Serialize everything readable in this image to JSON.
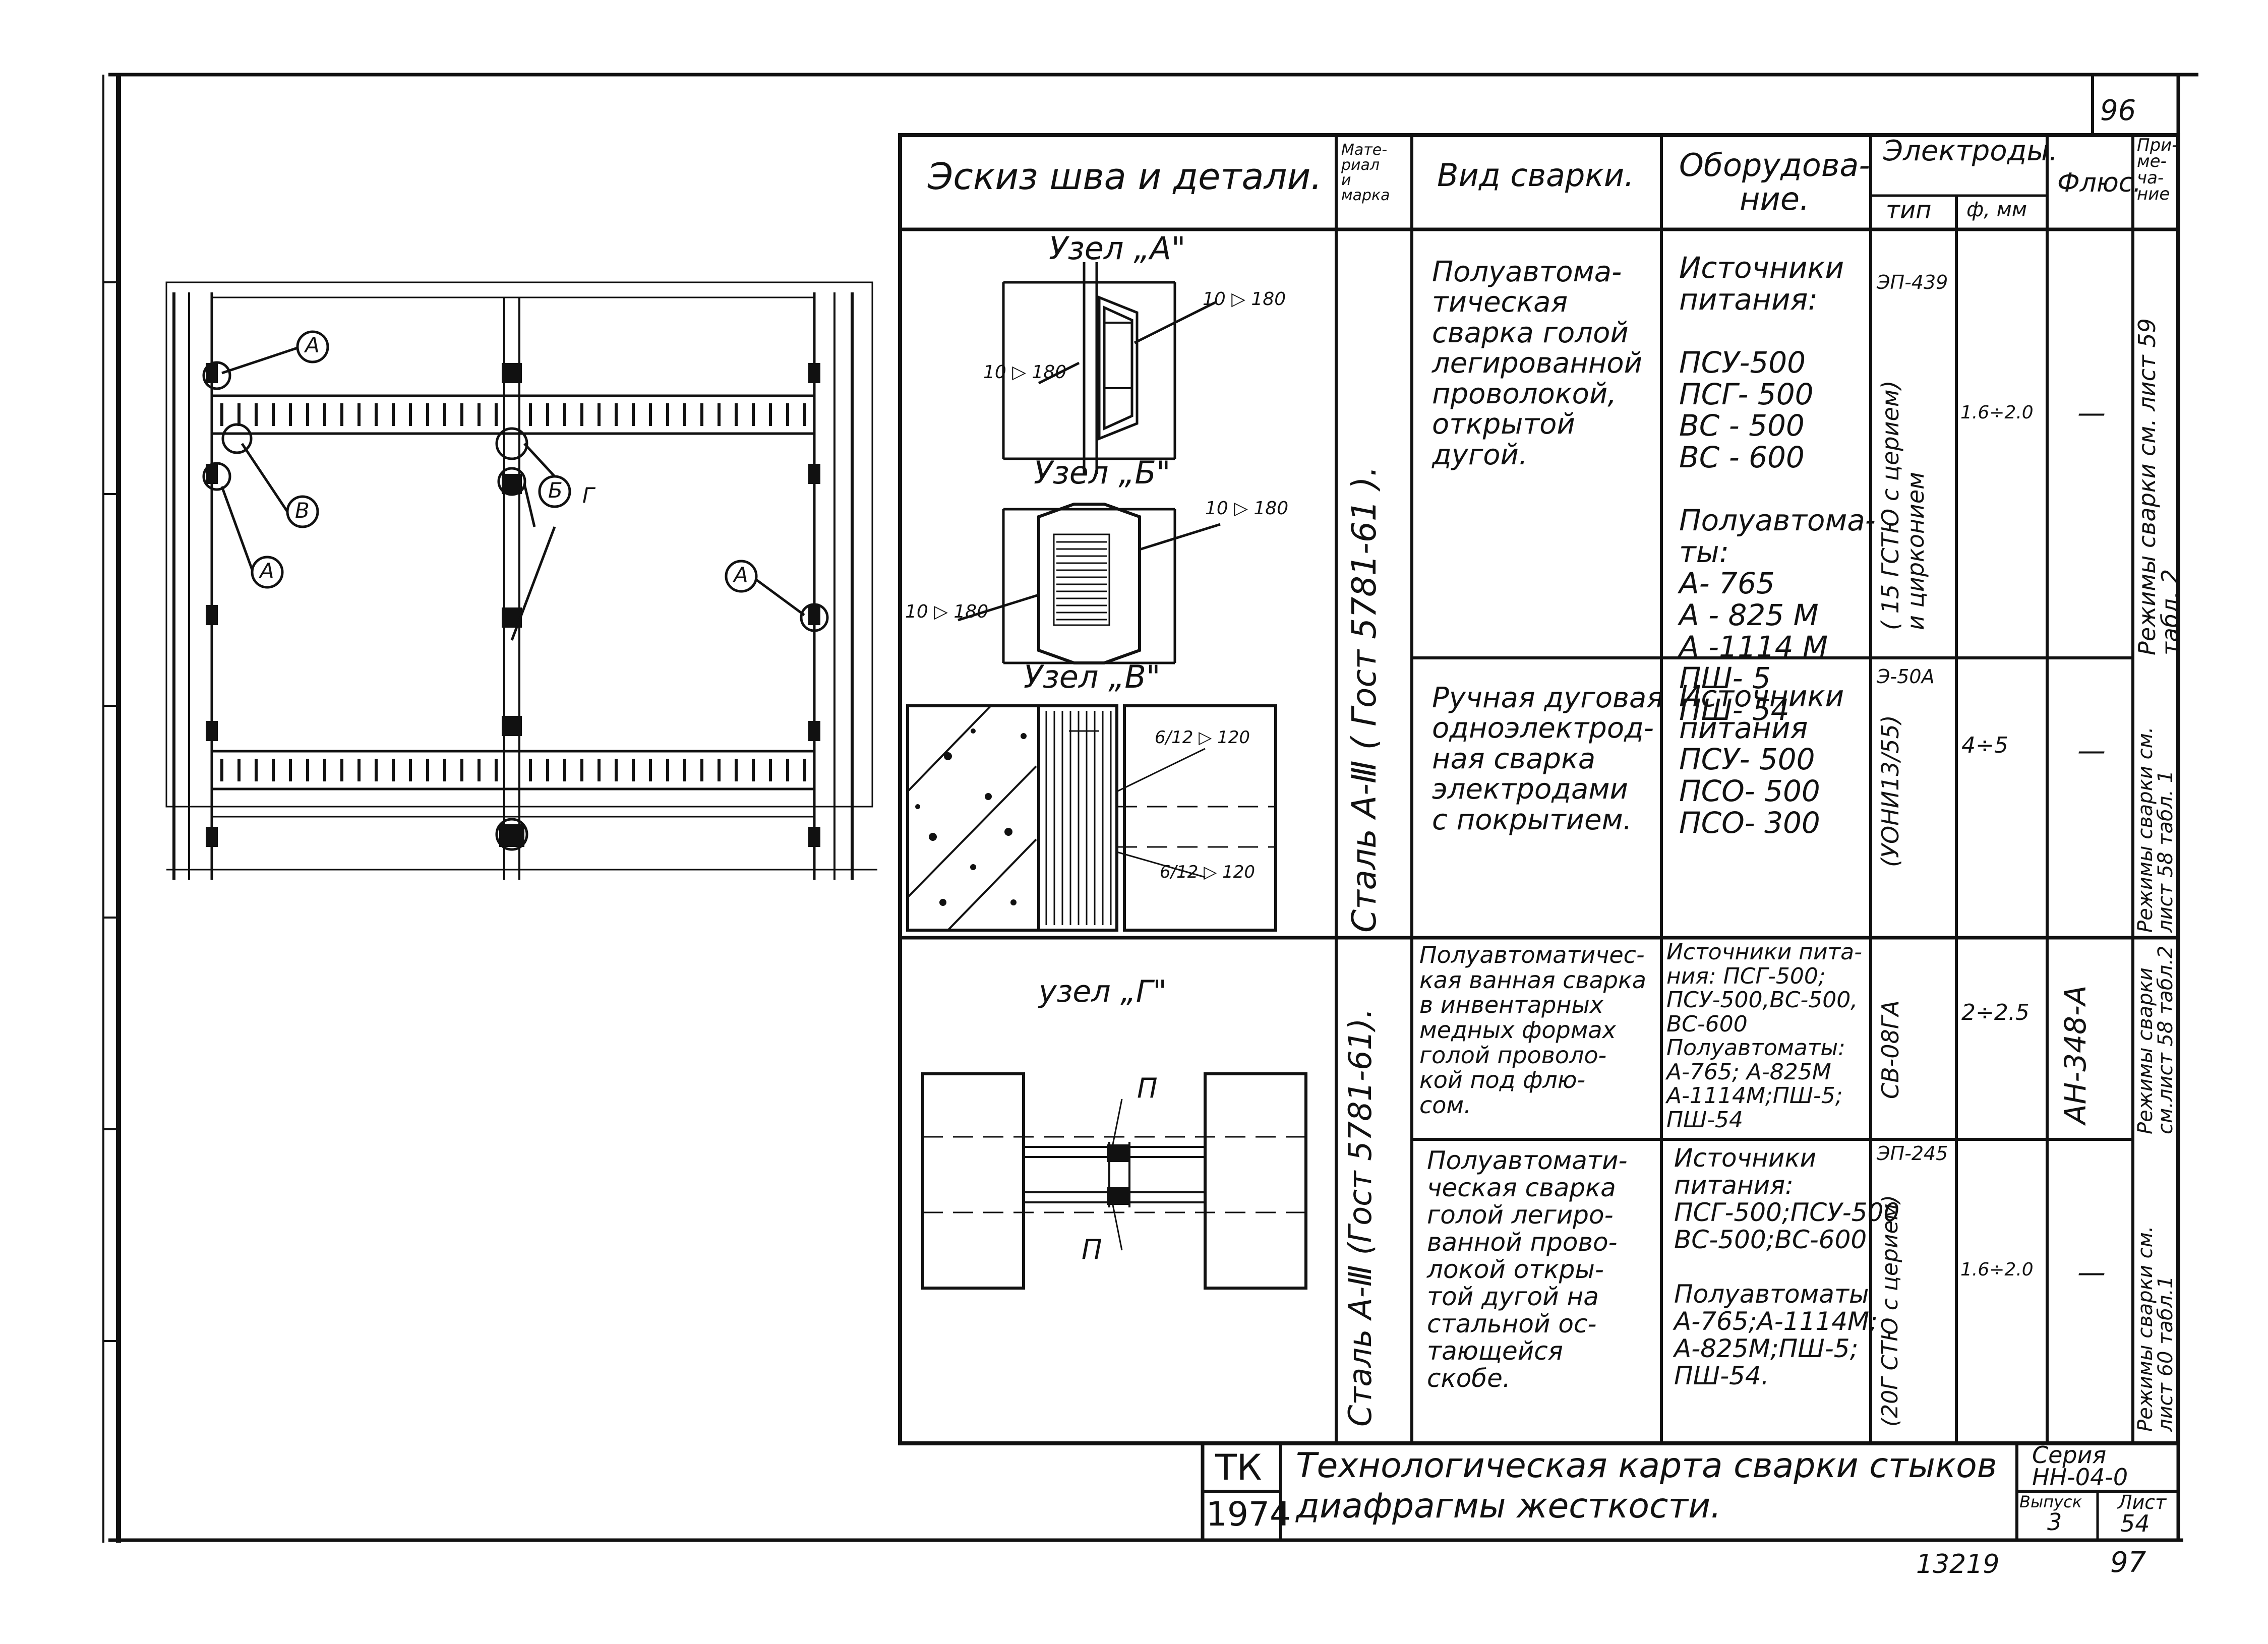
{
  "page_number_top": "96",
  "header": {
    "sketch": "Эскиз шва и детали.",
    "material": "Мате-\nриал\nи\nмарка",
    "weld_type": "Вид сварки.",
    "equipment": "Оборудова-\nние.",
    "electrodes": "Электроды.",
    "electrode_type": "тип",
    "electrode_dia": "ф, мм",
    "flux": "Флюс.",
    "note": "При-\nме-\nча-\nние"
  },
  "plan_labels": {
    "A1": "А",
    "A2": "А",
    "A3": "А",
    "B": "В",
    "Bb": "Б",
    "G": "Г"
  },
  "nodes": {
    "A": "Узел „А\"",
    "B": "Узел „Б\"",
    "V": "Узел „В\"",
    "G": "узел „Г\""
  },
  "weld_marks": {
    "m10_180a": "10 ▷ 180",
    "m180a": "180",
    "m10a": "10 ▷ 180",
    "m10_180b": "10 ▷ 180",
    "m10_180c": "10 ▷ 180",
    "m6_12a": "6/12 ▷ 120",
    "m6_12b": "6/12 ▷ 120",
    "pi1": "П",
    "pi2": "П"
  },
  "materials": {
    "m1": "Сталь  А-Ⅲ   ( Гост 5781-61 ).",
    "m2": "Сталь А-Ⅲ (Гост 5781-61).",
    "m2b": "А-Ⅲ (Гост 5781-61)."
  },
  "rows": [
    {
      "weld": "Полуавтома-\nтическая\nсварка голой\nлегированной\nпроволокой,\nоткрытой\nдугой.",
      "equipment": "Источники\nпитания:\n\nПСУ-500\nПСГ- 500\nВС - 500\nВС - 600\n\nПолуавтома-\nты:\nА- 765\nА - 825 М\nА -1114 М\nПШ- 5\nПШ- 54",
      "electrode_type": "ЭП-439",
      "electrode_type_v": "( 15 ГСТЮ с церием)\n и цирконием",
      "dia": "1.6÷2.0",
      "flux": "—",
      "note": "Режимы сварки  см. лист 59\nтабл. 2"
    },
    {
      "weld": "Ручная дуговая\nодноэлектрод-\nная сварка\nэлектродами\nс покрытием.",
      "equipment": "Источники\nпитания\nПСУ- 500\nПСО- 500\nПСО- 300",
      "electrode_type": "Э-50А",
      "electrode_type_v": "(УОНИ13/55)",
      "dia": "4÷5",
      "flux": "—",
      "note": "Режимы сварки см.\nлист 58 табл. 1"
    },
    {
      "weld": "Полуавтоматичес-\nкая ванная сварка\nв инвентарных\nмедных формах\nголой проволо-\nкой под флю-\nсом.",
      "equipment": "Источники пита-\nния: ПСГ-500;\nПСУ-500,ВС-500,\nВС-600\nПолуавтоматы:\nА-765;  А-825М\nА-1114М;ПШ-5;\nПШ-54",
      "electrode_type_v": "СВ-08ГА",
      "dia": "2÷2.5",
      "flux_v": "АН-348-А",
      "note": "Режимы сварки\nсм.лист 58 табл.2"
    },
    {
      "weld": "Полуавтомати-\nческая сварка\nголой легиро-\nванной прово-\nлокой откры-\nтой дугой на\nстальной ос-\nтающейся\nскобе.",
      "equipment": "Источники\nпитания:\nПСГ-500;ПСУ-500\nВС-500;ВС-600\n\nПолуавтоматы\nА-765;А-1114М;\nА-825М;ПШ-5;\nПШ-54.",
      "electrode_type": "ЭП-245",
      "electrode_type_v": "(20Г СТЮ с церием)",
      "dia": "1.6÷2.0",
      "flux": "—",
      "note": "Режимы сварки см.\nлист 60  табл.1"
    }
  ],
  "stamp": {
    "tk": "ТК",
    "year": "1974",
    "title": "Технологическая карта сварки стыков\nдиафрагмы жесткости.",
    "series": "Серия\nНН-04-0",
    "issue_label": "Выпуск",
    "issue": "3",
    "sheet_label": "Лист",
    "sheet": "54"
  },
  "bottom_number": "13219",
  "page_number_bottom": "97"
}
